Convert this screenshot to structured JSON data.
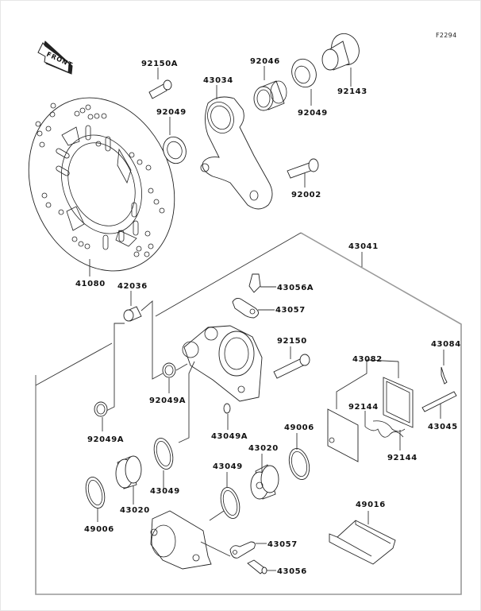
{
  "figure_id": "F2294",
  "front_indicator": "FRONT",
  "parts": [
    {
      "id": "p-92150A",
      "number": "92150A"
    },
    {
      "id": "p-43034",
      "number": "43034"
    },
    {
      "id": "p-92046",
      "number": "92046"
    },
    {
      "id": "p-92049-top",
      "number": "92049"
    },
    {
      "id": "p-92143",
      "number": "92143"
    },
    {
      "id": "p-92049-left",
      "number": "92049"
    },
    {
      "id": "p-92002",
      "number": "92002"
    },
    {
      "id": "p-41080",
      "number": "41080"
    },
    {
      "id": "p-42036",
      "number": "42036"
    },
    {
      "id": "p-43041",
      "number": "43041"
    },
    {
      "id": "p-43056A",
      "number": "43056A"
    },
    {
      "id": "p-43057-top",
      "number": "43057"
    },
    {
      "id": "p-92150",
      "number": "92150"
    },
    {
      "id": "p-43082",
      "number": "43082"
    },
    {
      "id": "p-43084",
      "number": "43084"
    },
    {
      "id": "p-92049A-right",
      "number": "92049A"
    },
    {
      "id": "p-92049A-left",
      "number": "92049A"
    },
    {
      "id": "p-43049A",
      "number": "43049A"
    },
    {
      "id": "p-49006-right",
      "number": "49006"
    },
    {
      "id": "p-92144-top",
      "number": "92144"
    },
    {
      "id": "p-92144-bottom",
      "number": "92144"
    },
    {
      "id": "p-43045",
      "number": "43045"
    },
    {
      "id": "p-43020-right",
      "number": "43020"
    },
    {
      "id": "p-43049-right",
      "number": "43049"
    },
    {
      "id": "p-43049-left",
      "number": "43049"
    },
    {
      "id": "p-43020-left",
      "number": "43020"
    },
    {
      "id": "p-49006-left",
      "number": "49006"
    },
    {
      "id": "p-49016",
      "number": "49016"
    },
    {
      "id": "p-43057-bottom",
      "number": "43057"
    },
    {
      "id": "p-43056",
      "number": "43056"
    }
  ]
}
